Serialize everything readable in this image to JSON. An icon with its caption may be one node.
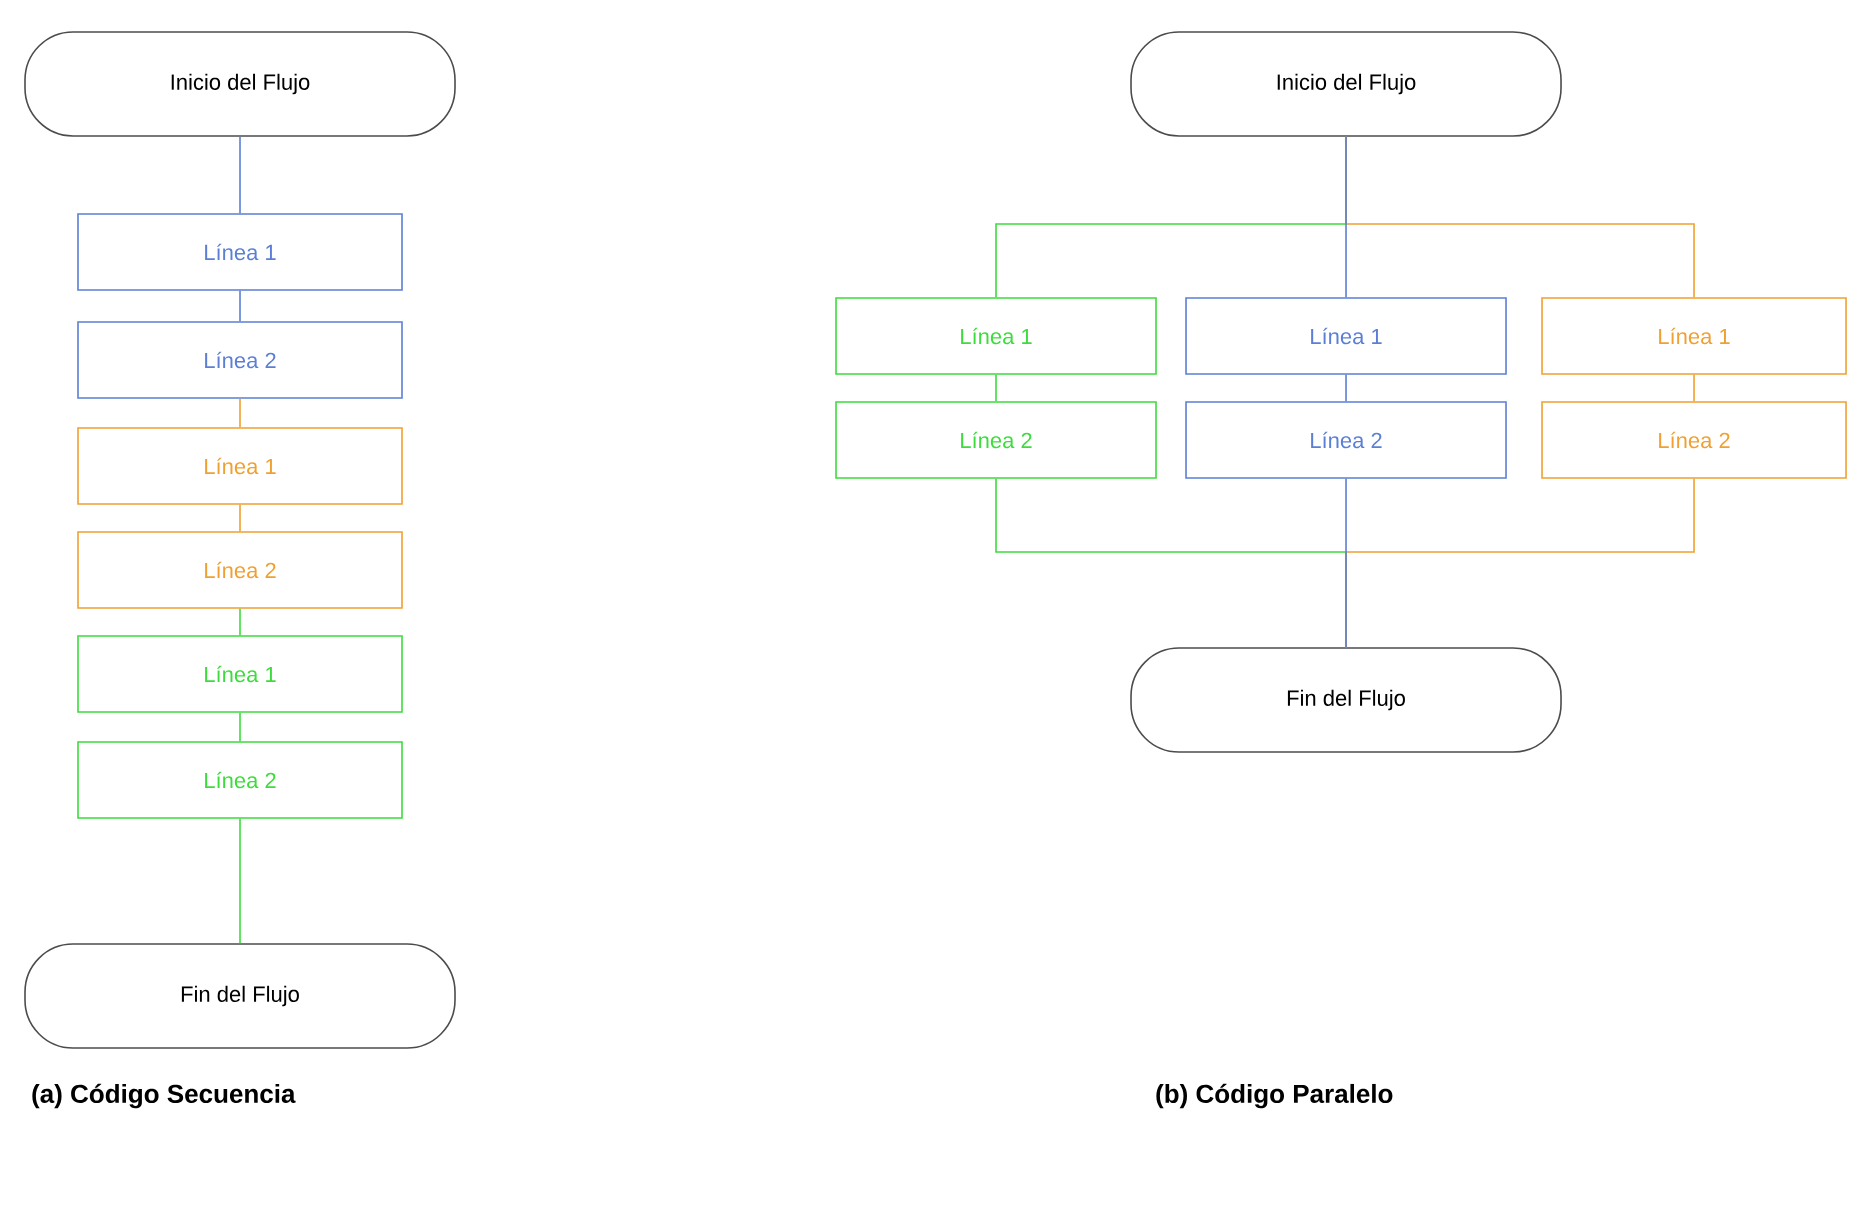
{
  "diagram": {
    "nodes": [
      {
        "text": [
          "Inicio del Flujo"
        ]
      },
      {
        "text": [
          "Línea 1"
        ]
      },
      {
        "text": [
          "Línea 2"
        ]
      },
      {
        "text": [
          "Línea 1"
        ]
      },
      {
        "text": [
          "Línea 2"
        ]
      },
      {
        "text": [
          "Línea 1"
        ]
      },
      {
        "text": [
          "Línea 2"
        ]
      },
      {
        "text": [
          "Fin del Flujo"
        ]
      },
      {
        "text": [
          "Inicio del Flujo"
        ]
      },
      {
        "text": [
          "Línea 1"
        ]
      },
      {
        "text": [
          "Línea 2"
        ]
      },
      {
        "text": [
          "Línea 1"
        ]
      },
      {
        "text": [
          "Línea 2"
        ]
      },
      {
        "text": [
          "Línea 1"
        ]
      },
      {
        "text": [
          "Línea 2"
        ]
      },
      {
        "text": [
          "Fin del Flujo"
        ]
      }
    ],
    "edges": [
      {
        "from": 0,
        "to": 1,
        "arrow": "none",
        "color": "#5b7fd4"
      },
      {
        "from": 1,
        "to": 2,
        "arrow": "none",
        "color": "#5b7fd4"
      },
      {
        "from": 2,
        "to": 3,
        "arrow": "none",
        "color": "#f0a030"
      },
      {
        "from": 3,
        "to": 4,
        "arrow": "none",
        "color": "#f0a030"
      },
      {
        "from": 4,
        "to": 5,
        "arrow": "none",
        "color": "#3ddc3d"
      },
      {
        "from": 5,
        "to": 6,
        "arrow": "none",
        "color": "#3ddc3d"
      },
      {
        "from": 6,
        "to": 7,
        "arrow": "none",
        "color": "#3ddc3d"
      },
      {
        "from": 8,
        "to": 9,
        "arrow": "none",
        "color": "#3ddc3d"
      },
      {
        "from": 8,
        "to": 11,
        "arrow": "none",
        "color": "#5b7fd4"
      },
      {
        "from": 8,
        "to": 13,
        "arrow": "none",
        "color": "#f0a030"
      },
      {
        "from": 9,
        "to": 10,
        "arrow": "none",
        "color": "#3ddc3d"
      },
      {
        "from": 11,
        "to": 12,
        "arrow": "none",
        "color": "#5b7fd4"
      },
      {
        "from": 13,
        "to": 14,
        "arrow": "none",
        "color": "#f0a030"
      },
      {
        "from": 10,
        "to": 15,
        "arrow": "none",
        "color": "#3ddc3d"
      },
      {
        "from": 12,
        "to": 15,
        "arrow": "none",
        "color": "#5b7fd4"
      },
      {
        "from": 14,
        "to": 15,
        "arrow": "none",
        "color": "#f0a030"
      }
    ],
    "labels": [
      "(a) Código Secuencia",
      "(b) Código Paralelo"
    ]
  }
}
